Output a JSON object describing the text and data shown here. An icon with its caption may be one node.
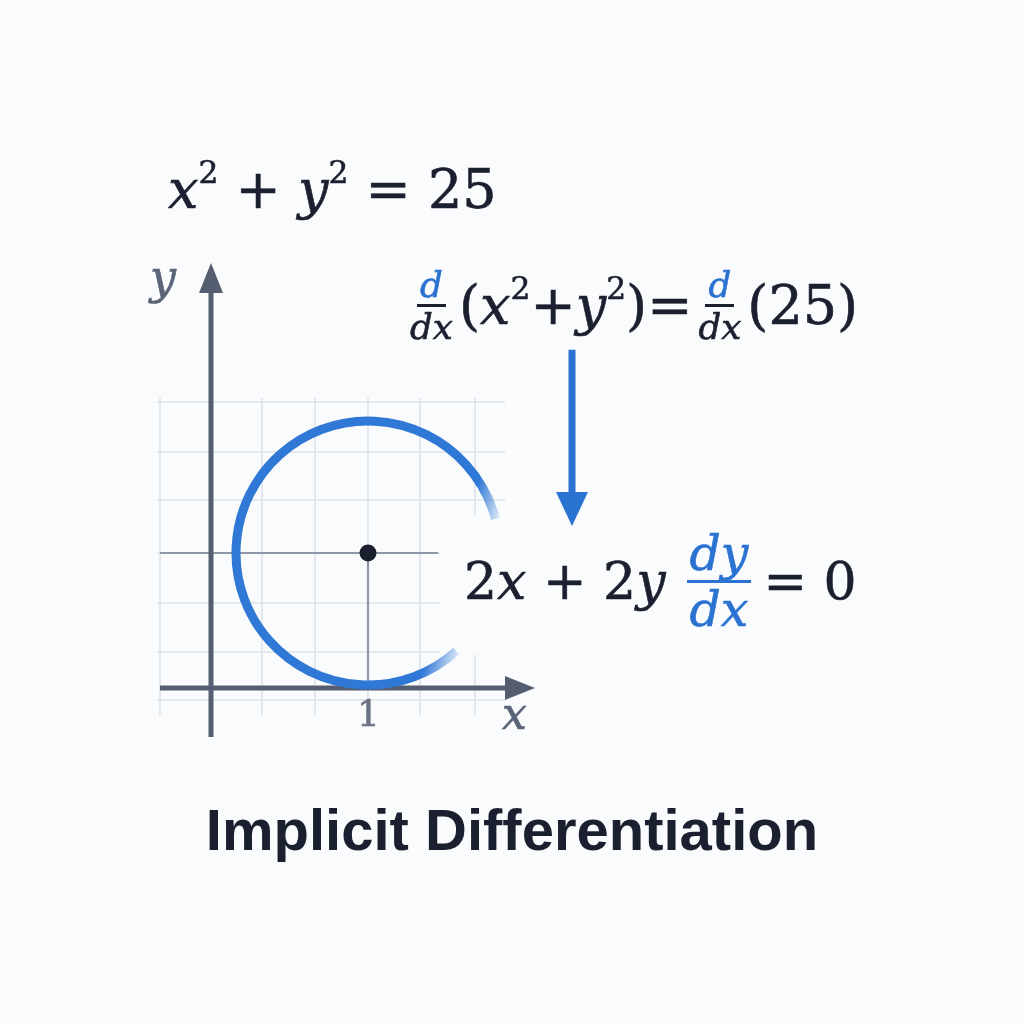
{
  "diagram": {
    "title": "Implicit Differentiation",
    "nodes": [
      {
        "text": [
          "d",
          "dx",
          "(x$^{2}$+y$^{2}$)=",
          "d",
          "dx",
          "(25)"
        ]
      },
      {
        "text": [
          "2x + 2y",
          "dy",
          "dx",
          "= 0"
        ]
      }
    ],
    "edges": [
      {
        "from": 0,
        "to": 1,
        "arrow": "to",
        "color": "#2b73d2"
      }
    ],
    "labels": [
      "x$^{2}$ + y$^{2}$ = 25",
      "y",
      "1",
      "x"
    ]
  }
}
